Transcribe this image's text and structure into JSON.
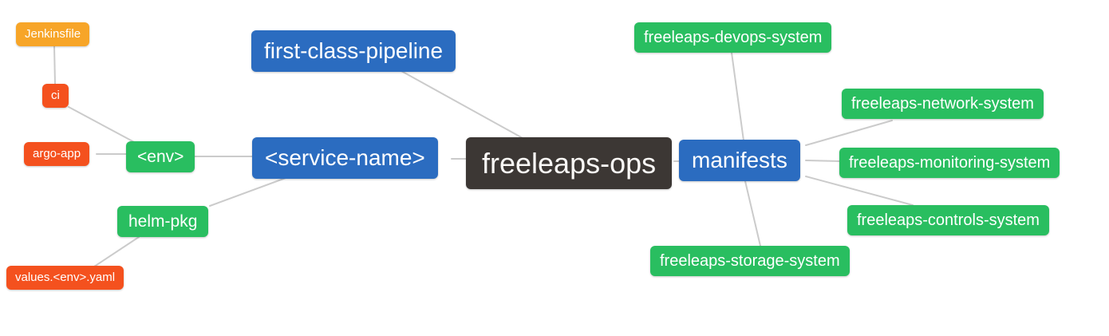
{
  "diagram": {
    "type": "mindmap",
    "root_label": "freeleaps-ops",
    "colors": {
      "root_bg": "#3C3734",
      "branch_bg": "#2B6CC0",
      "green_bg": "#29BE60",
      "red_bg": "#F4511E",
      "orange_bg": "#F7A528",
      "edge_line": "#CBCBCB",
      "text": "#FFFFFF",
      "background": "#FFFFFF"
    },
    "nodes": {
      "root": {
        "label": "freeleaps-ops"
      },
      "fcp": {
        "label": "first-class-pipeline"
      },
      "service": {
        "label": "<service-name>"
      },
      "env": {
        "label": "<env>"
      },
      "ci": {
        "label": "ci"
      },
      "jenkinsfile": {
        "label": "Jenkinsfile"
      },
      "argo_app": {
        "label": "argo-app"
      },
      "helm_pkg": {
        "label": "helm-pkg"
      },
      "values_yaml": {
        "label": "values.<env>.yaml"
      },
      "manifests": {
        "label": "manifests"
      },
      "devops": {
        "label": "freeleaps-devops-system"
      },
      "network": {
        "label": "freeleaps-network-system"
      },
      "monitoring": {
        "label": "freeleaps-monitoring-system"
      },
      "controls": {
        "label": "freeleaps-controls-system"
      },
      "storage": {
        "label": "freeleaps-storage-system"
      }
    },
    "edges": [
      [
        "jenkinsfile",
        "ci"
      ],
      [
        "ci",
        "env"
      ],
      [
        "argo_app",
        "env"
      ],
      [
        "env",
        "service"
      ],
      [
        "service",
        "helm_pkg"
      ],
      [
        "helm_pkg",
        "values_yaml"
      ],
      [
        "service",
        "root"
      ],
      [
        "fcp",
        "root"
      ],
      [
        "root",
        "manifests"
      ],
      [
        "manifests",
        "devops"
      ],
      [
        "manifests",
        "network"
      ],
      [
        "manifests",
        "monitoring"
      ],
      [
        "manifests",
        "controls"
      ],
      [
        "manifests",
        "storage"
      ]
    ]
  }
}
